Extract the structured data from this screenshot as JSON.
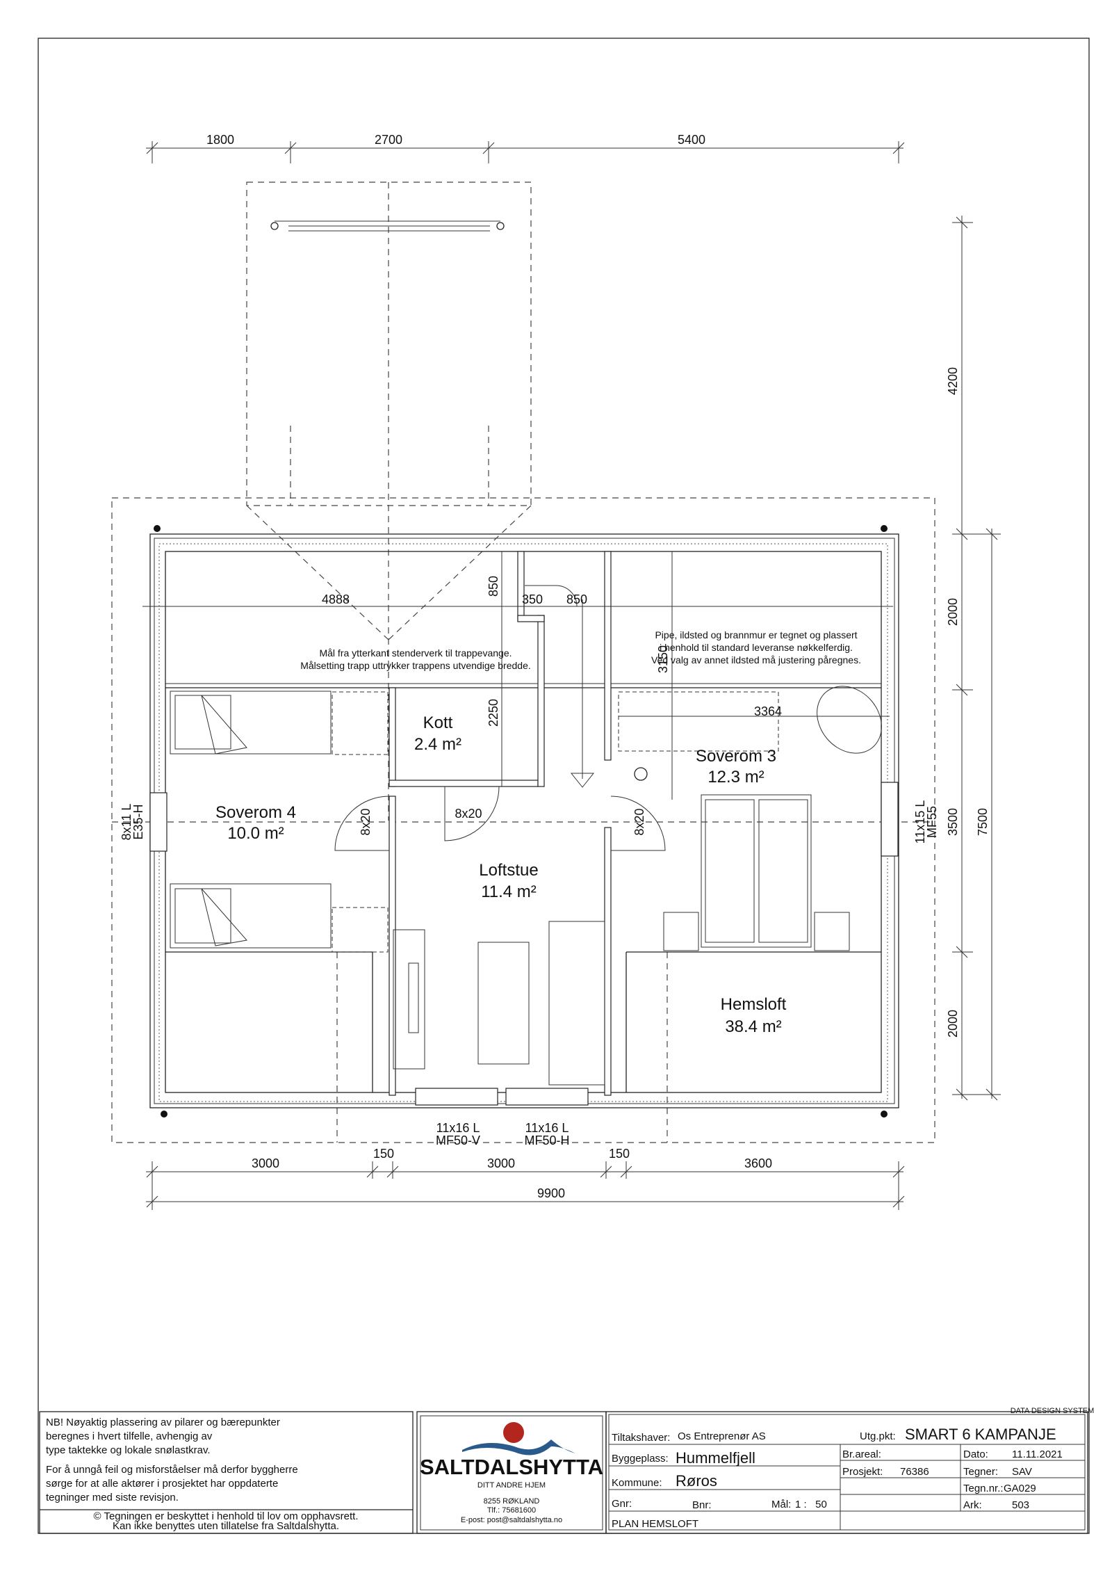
{
  "dimensions": {
    "top": [
      "1800",
      "2700",
      "5400"
    ],
    "right": [
      "4200",
      "2000",
      "3500",
      "2000"
    ],
    "right_total": "7500",
    "bottom": [
      "3000",
      "150",
      "3000",
      "150",
      "3600"
    ],
    "bottom_total": "9900",
    "internal": {
      "d4888": "4888",
      "d850a": "850",
      "d350": "350",
      "d850b": "850",
      "d2250": "2250",
      "d3150": "3150",
      "d3364": "3364"
    }
  },
  "rooms": [
    {
      "name": "Soverom 4",
      "area": "10.0 m²"
    },
    {
      "name": "Kott",
      "area": "2.4 m²"
    },
    {
      "name": "Loftstue",
      "area": "11.4 m²"
    },
    {
      "name": "Soverom 3",
      "area": "12.3 m²"
    },
    {
      "name": "Hemsloft",
      "area": "38.4 m²"
    }
  ],
  "doors": [
    "8x20",
    "8x20",
    "8x20"
  ],
  "windows": {
    "left": [
      "8x11 L",
      "E35-H"
    ],
    "right": [
      "11x15 L",
      "MF55"
    ],
    "bottom_left": [
      "11x16 L",
      "MF50-V"
    ],
    "bottom_right": [
      "11x16 L",
      "MF50-H"
    ]
  },
  "plan_notes": {
    "stair": [
      "Mål fra ytterkant stenderverk til trappevange.",
      "Målsetting trapp uttrykker trappens utvendige bredde."
    ],
    "chimney": [
      "Pipe, ildsted og brannmur er tegnet og plassert",
      "i henhold til standard leveranse nøkkelferdig.",
      "Ved valg av annet ildsted må justering påregnes."
    ]
  },
  "disclaimer": {
    "lines": [
      "NB! Nøyaktig plassering av pilarer og bærepunkter",
      "beregnes i hvert tilfelle, avhengig av",
      "type taktekke og lokale snølastkrav.",
      "For å unngå feil og misforståelser må derfor byggherre",
      "sørge for at alle aktører i prosjektet har oppdaterte",
      "tegninger med siste revisjon."
    ],
    "copyright": [
      "© Tegningen er beskyttet i henhold til lov om opphavsrett.",
      "Kan ikke benyttes uten tillatelse fra Saltdalshytta."
    ]
  },
  "logo": {
    "name": "SALTDALSHYTTA",
    "tagline": "DITT ANDRE HJEM",
    "address": "8255 RØKLAND",
    "phone": "Tlf.: 75681600",
    "email": "E-post: post@saltdalshytta.no",
    "sun_color": "#b3261e",
    "wave_color": "#2a5a8c"
  },
  "title_block": {
    "vendor": "DATA DESIGN SYSTEM",
    "tiltakshaver_label": "Tiltakshaver:",
    "tiltakshaver": "Os Entreprenør AS",
    "utgpkt_label": "Utg.pkt:",
    "utgpkt": "SMART 6 KAMPANJE",
    "byggeplass_label": "Byggeplass:",
    "byggeplass": "Hummelfjell",
    "kommune_label": "Kommune:",
    "kommune": "Røros",
    "gnr_label": "Gnr:",
    "bnr_label": "Bnr:",
    "maal_label": "Mål:",
    "maal": "1 :   50",
    "drawing_title": "PLAN HEMSLOFT",
    "brareal_label": "Br.areal:",
    "prosjekt_label": "Prosjekt:",
    "prosjekt": "76386",
    "dato_label": "Dato:",
    "dato": "11.11.2021",
    "tegner_label": "Tegner:",
    "tegner": "SAV",
    "tegnnr_label": "Tegn.nr.:",
    "tegnnr": "GA029",
    "ark_label": "Ark:",
    "ark": "503"
  }
}
